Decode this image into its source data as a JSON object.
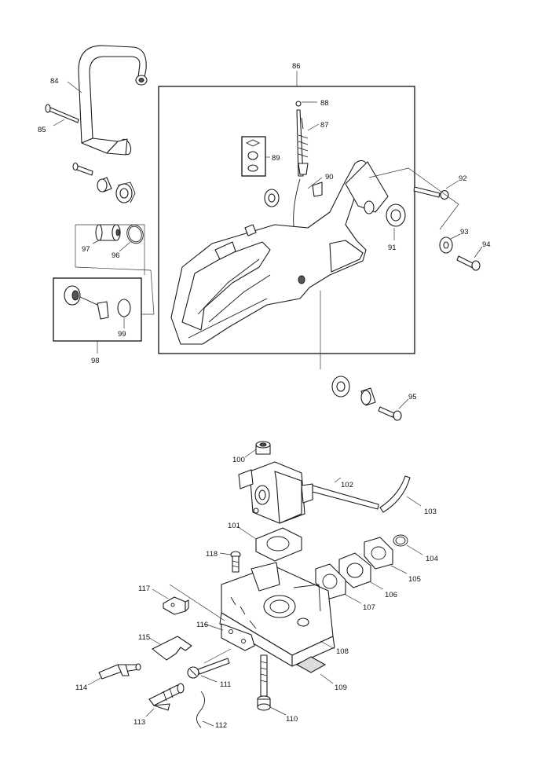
{
  "diagram": {
    "part_numbers": {
      "p84": "84",
      "p85": "85",
      "p86": "86",
      "p87": "87",
      "p88": "88",
      "p89": "89",
      "p90": "90",
      "p91": "91",
      "p92": "92",
      "p93": "93",
      "p94": "94",
      "p95": "95",
      "p96": "96",
      "p97": "97",
      "p98": "98",
      "p99": "99",
      "p100": "100",
      "p101": "101",
      "p102": "102",
      "p103": "103",
      "p104": "104",
      "p105": "105",
      "p106": "106",
      "p107": "107",
      "p108": "108",
      "p109": "109",
      "p110": "110",
      "p111": "111",
      "p112": "112",
      "p113": "113",
      "p114": "114",
      "p115": "115",
      "p116": "116",
      "p117": "117",
      "p118": "118"
    },
    "colors": {
      "line": "#1a1a1a",
      "fill": "#ffffff",
      "shade": "#dcdcdc",
      "dark": "#555555"
    }
  }
}
